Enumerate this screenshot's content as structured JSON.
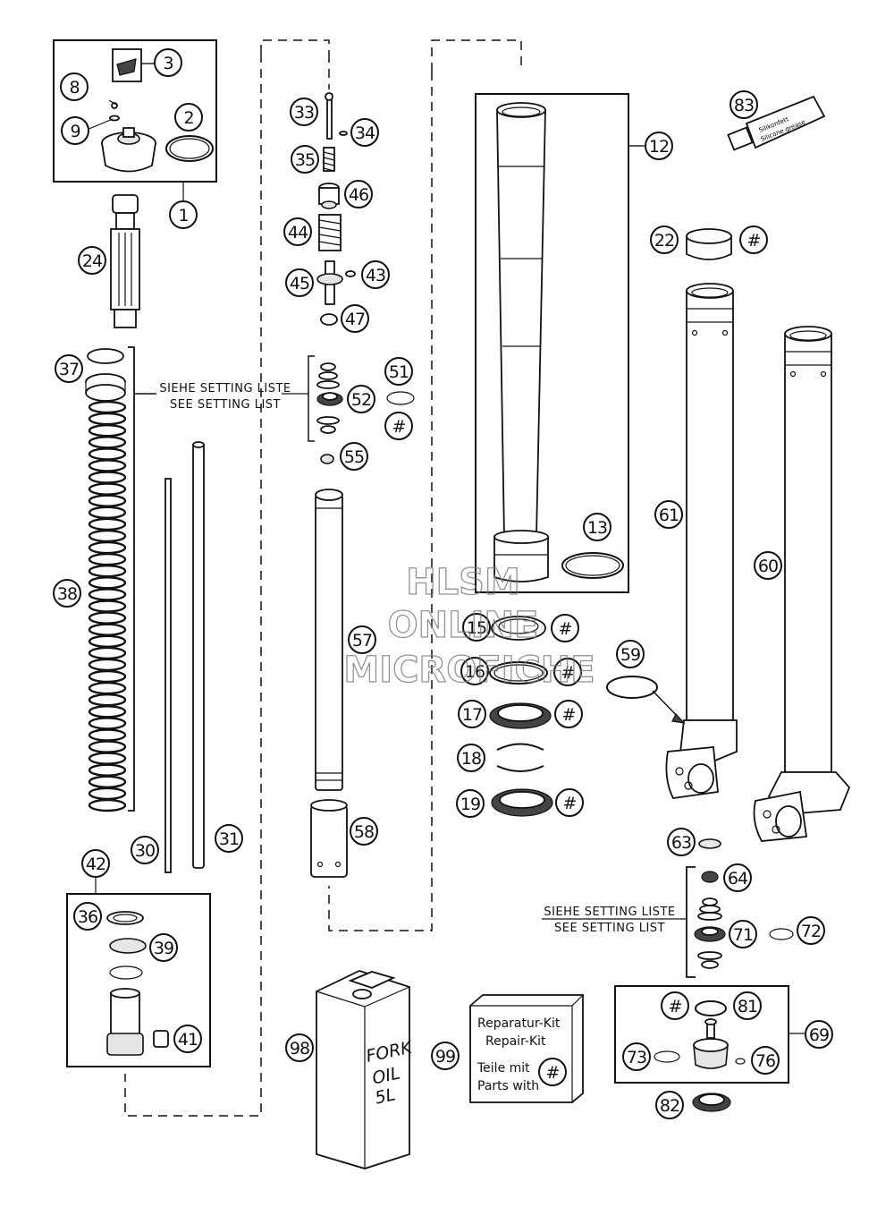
{
  "callouts": {
    "c1": "1",
    "c2": "2",
    "c3": "3",
    "c8": "8",
    "c9": "9",
    "c12": "12",
    "c13": "13",
    "c15": "15",
    "c16": "16",
    "c17": "17",
    "c18": "18",
    "c19": "19",
    "c22": "22",
    "c24": "24",
    "c30": "30",
    "c31": "31",
    "c33": "33",
    "c34": "34",
    "c35": "35",
    "c36": "36",
    "c37": "37",
    "c38": "38",
    "c39": "39",
    "c41": "41",
    "c42": "42",
    "c43": "43",
    "c44": "44",
    "c45": "45",
    "c46": "46",
    "c47": "47",
    "c51": "51",
    "c52": "52",
    "c55": "55",
    "c57": "57",
    "c58": "58",
    "c59": "59",
    "c60": "60",
    "c61": "61",
    "c63": "63",
    "c64": "64",
    "c69": "69",
    "c71": "71",
    "c72": "72",
    "c73": "73",
    "c76": "76",
    "c81": "81",
    "c82": "82",
    "c83": "83",
    "c98": "98",
    "c99": "99",
    "hash": "#"
  },
  "notes": {
    "setting_de": "SIEHE SETTING LISTE",
    "setting_en": "SEE SETTING LIST"
  },
  "repair_kit": {
    "line1": "Reparatur-Kit",
    "line2": "Repair-Kit",
    "line3": "Teile mit",
    "line4": "Parts with"
  },
  "oil_can": {
    "line1": "FORK",
    "line2": "OIL",
    "line3": "5L"
  },
  "grease_tube": {
    "line1": "Silikonfett",
    "line2": "Silicone grease"
  },
  "watermark": {
    "line1": "HLSM",
    "line2": "ONLINE",
    "line3": "MICROFICHE"
  }
}
